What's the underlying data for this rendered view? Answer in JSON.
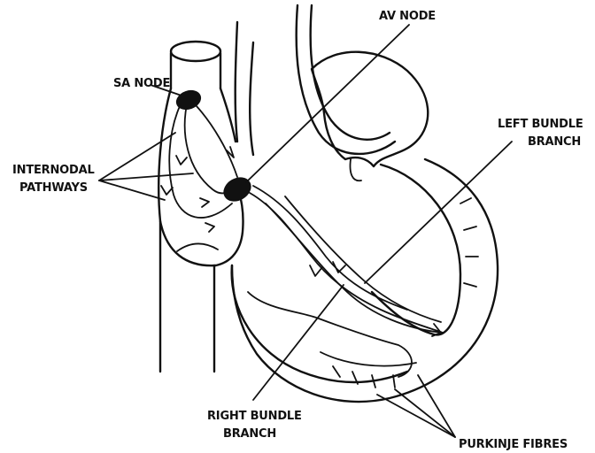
{
  "labels": {
    "sa_node": "SA NODE",
    "av_node": "AV NODE",
    "left_bundle_line1": "LEFT BUNDLE",
    "left_bundle_line2": "BRANCH",
    "internodal_line1": "INTERNODAL",
    "internodal_line2": "PATHWAYS",
    "right_bundle_line1": "RIGHT BUNDLE",
    "right_bundle_line2": "BRANCH",
    "purkinje": "PURKINJE FIBRES"
  },
  "colors": {
    "ink": "#111111",
    "background": "#ffffff"
  }
}
